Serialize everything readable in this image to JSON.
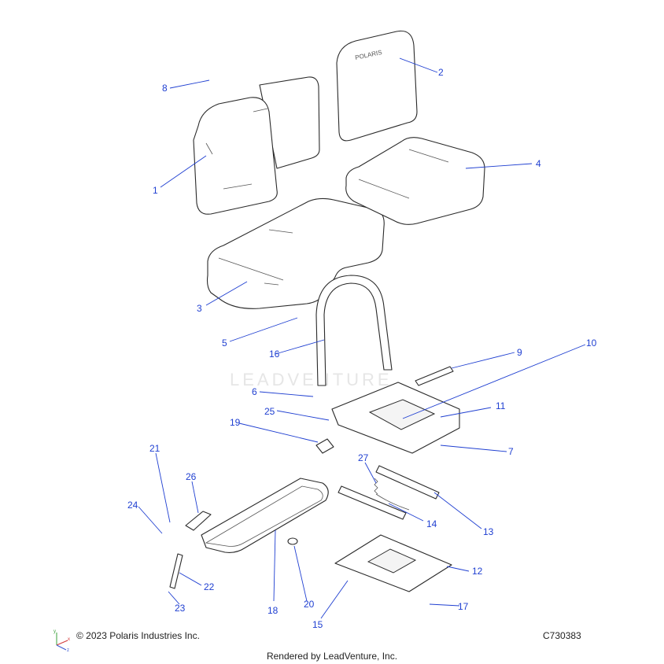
{
  "diagram": {
    "watermark": "LEADVENTURE",
    "seat_logo": "POLARIS",
    "callouts": [
      "1",
      "2",
      "3",
      "4",
      "5",
      "6",
      "7",
      "8",
      "9",
      "10",
      "11",
      "12",
      "13",
      "14",
      "15",
      "16",
      "17",
      "18",
      "19",
      "20",
      "21",
      "22",
      "23",
      "24",
      "25",
      "26",
      "27"
    ]
  },
  "footer": {
    "copyright": "© 2023 Polaris Industries Inc.",
    "figure_code": "C730383",
    "rendered_by": "Rendered by LeadVenture, Inc."
  },
  "axis_triad": {
    "x": "x",
    "y": "y",
    "z": "z"
  }
}
